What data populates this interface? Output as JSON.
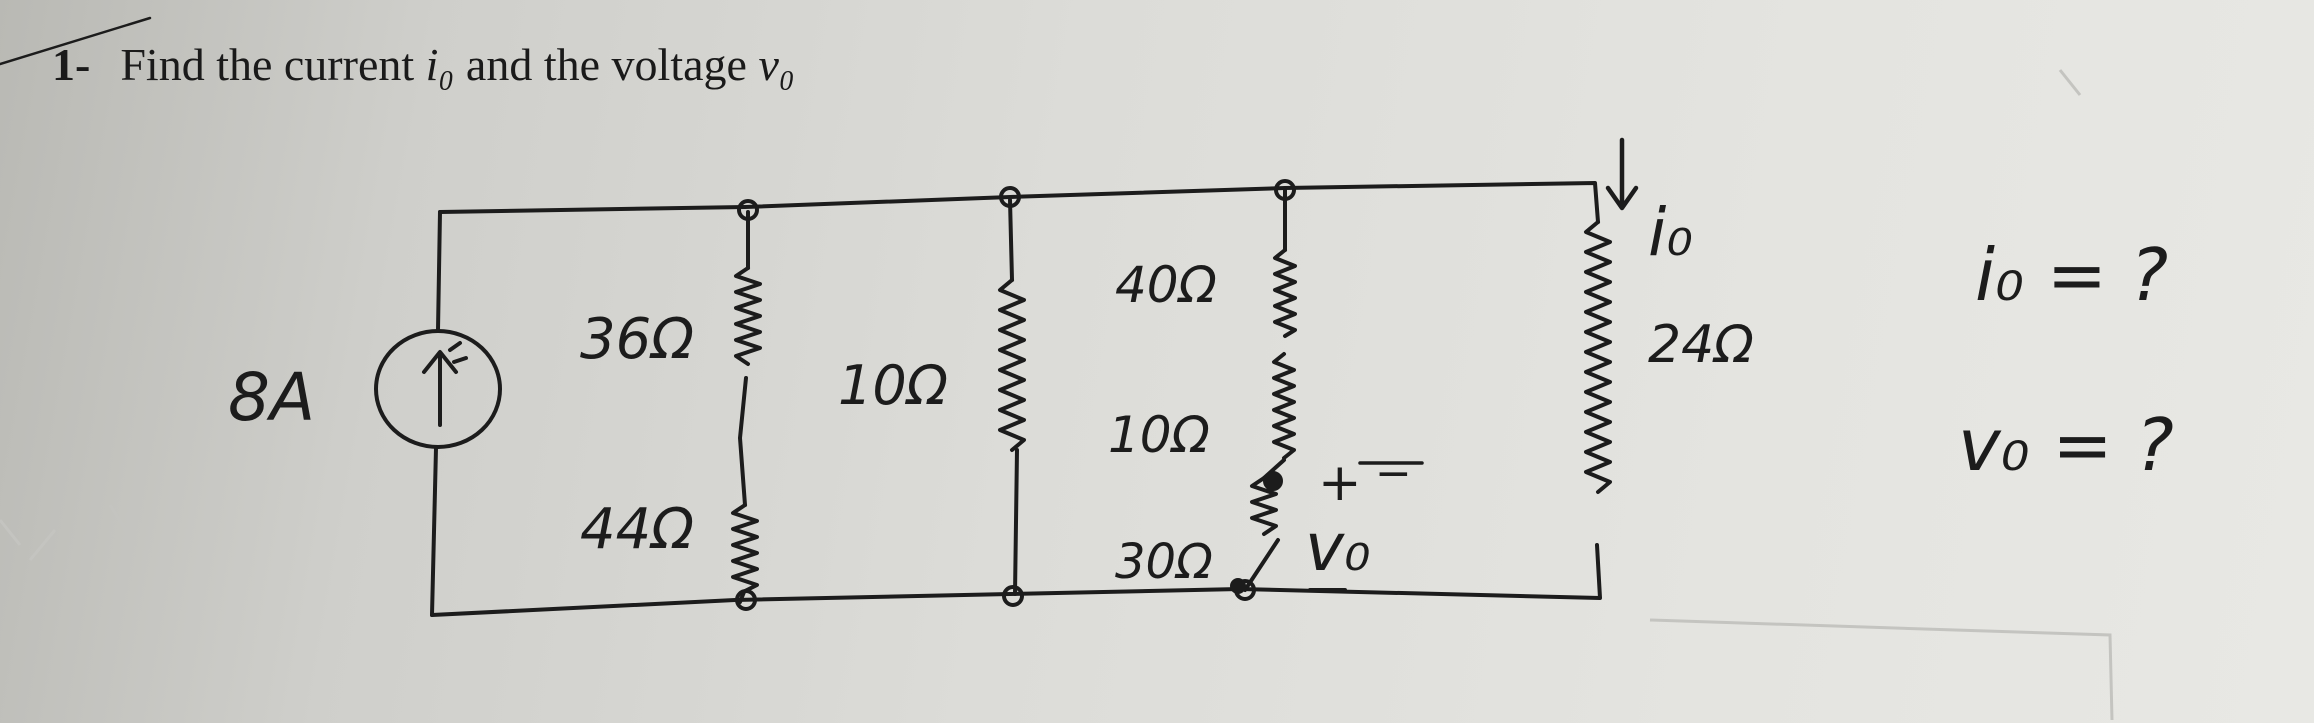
{
  "question": {
    "number": "1-",
    "text_start": "Find the current",
    "current_var": "i₀",
    "text_middle": "and the voltage",
    "voltage_var": "v₀"
  },
  "circuit": {
    "source_label": "8A",
    "r1_label": "36Ω",
    "r2_label": "44Ω",
    "r3_label": "10Ω",
    "r4_label": "40Ω",
    "r5_label": "10Ω",
    "r6_label": "30Ω",
    "r7_label": "24Ω",
    "current_label": "i₀",
    "vo_plus": "+",
    "vo_minus": "−",
    "vo_label": "v₀"
  },
  "notes": {
    "io_ask": "i₀ = ?",
    "vo_ask": "v₀ = ?"
  },
  "colors": {
    "ink": "#1c1c1c",
    "print": "#1a1a1a",
    "paper": "#dcdcd8"
  }
}
